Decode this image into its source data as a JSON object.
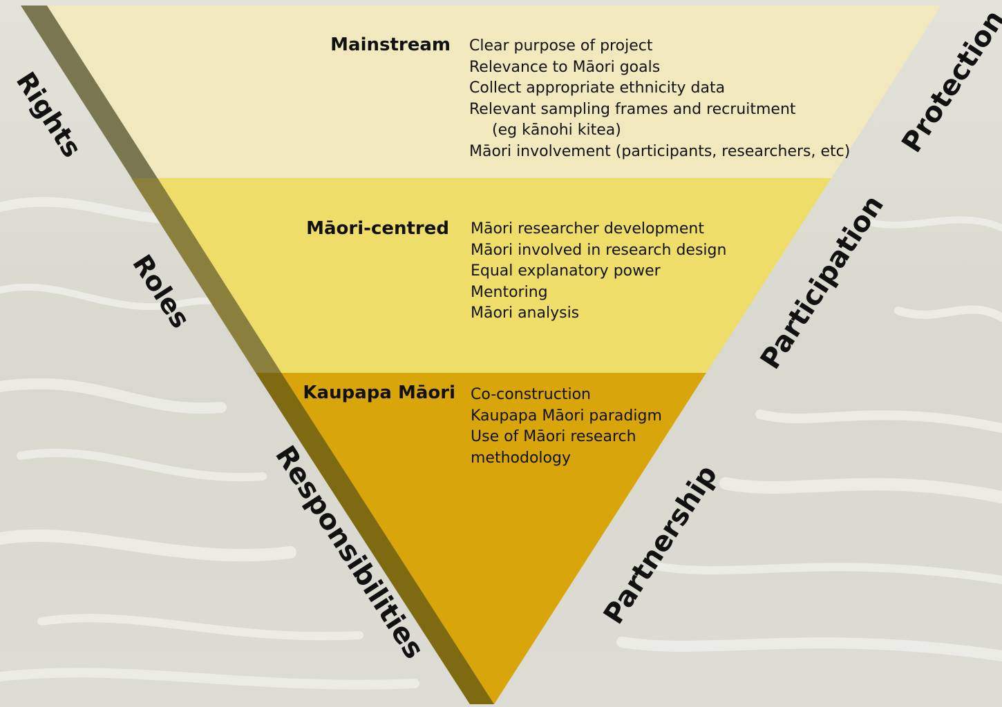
{
  "tiers": [
    {
      "title": "Mainstream",
      "items": [
        "Clear purpose of project",
        "Relevance to Māori goals",
        "Collect appropriate ethnicity data",
        "Relevant sampling frames and recruitment",
        "(eg kānohi kitea)",
        "Māori involvement (participants, researchers, etc)"
      ]
    },
    {
      "title": "Māori-centred",
      "items": [
        "Māori researcher development",
        "Māori involved in research design",
        "Equal explanatory power",
        "Mentoring",
        "Māori analysis"
      ]
    },
    {
      "title": "Kaupapa Māori",
      "items": [
        "Co-construction",
        "Kaupapa Māori paradigm",
        "Use of Māori research",
        "methodology"
      ]
    }
  ],
  "left_labels": [
    "Rights",
    "Roles",
    "Responsibilities"
  ],
  "right_labels": [
    "Protection",
    "Participation",
    "Partnership"
  ],
  "colors": {
    "tier_1": "#f1e9bd",
    "tier_2": "#efdd69",
    "tier_3": "#d8a50a",
    "edge_band": "#7a7650"
  }
}
